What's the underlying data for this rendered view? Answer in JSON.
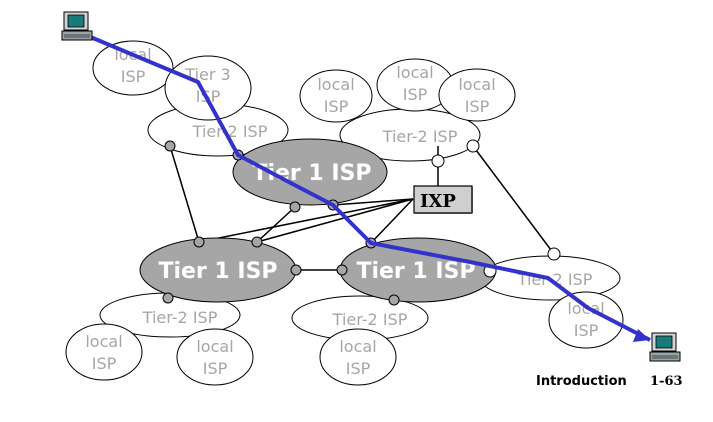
{
  "colors": {
    "tier1_fill": "#a6a6a6",
    "tier1_text": "#ffffff",
    "cloud_fill": "#ffffff",
    "cloud_text": "#a6a6a6",
    "outline": "#000000",
    "router_fill": "#a6a6a6",
    "path": "#3333cc",
    "ixp_fill": "#cfcfcf"
  },
  "icons": {
    "host": "computer-icon"
  },
  "labels": {
    "local": "local",
    "isp": "ISP",
    "tier3": "Tier 3",
    "tier2_isp": "Tier-2 ISP",
    "tier1_isp": "Tier 1 ISP",
    "ixp": "IXP"
  },
  "footer": {
    "title": "Introduction",
    "slide": "1-63"
  }
}
